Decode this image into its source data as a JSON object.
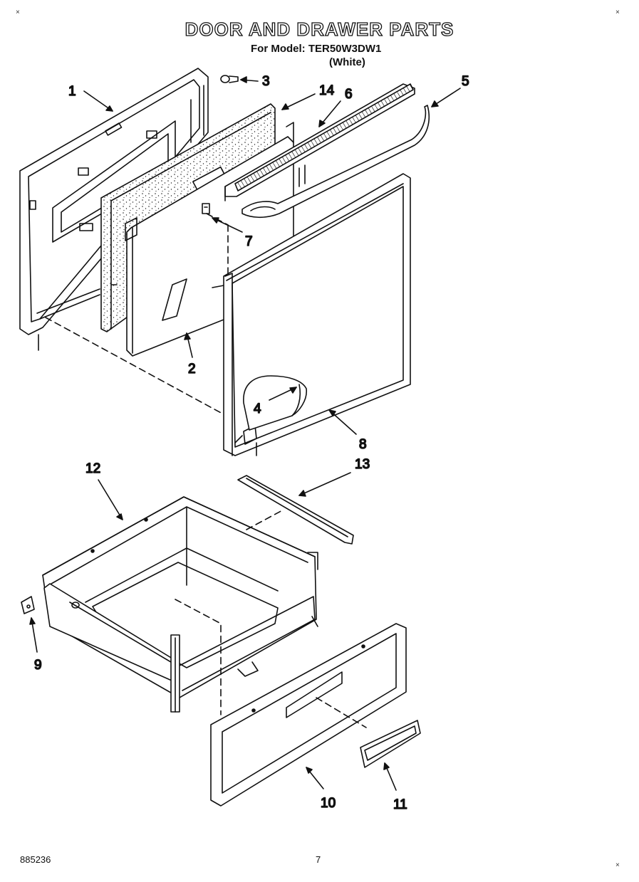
{
  "header": {
    "title": "DOOR AND DRAWER PARTS",
    "model_line": "For Model: TER50W3DW1",
    "color_note": "(White)"
  },
  "callouts": [
    "1",
    "2",
    "3",
    "4",
    "5",
    "6",
    "7",
    "8",
    "9",
    "10",
    "11",
    "12",
    "13",
    "14"
  ],
  "footer": {
    "doc_number": "885236",
    "page_number": "7"
  },
  "corner_mark": "×"
}
